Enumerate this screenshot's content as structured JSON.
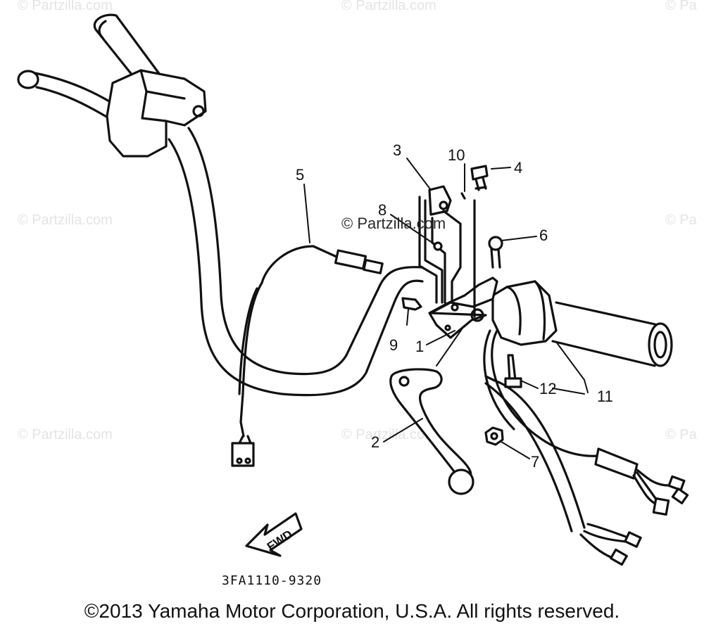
{
  "watermark": "© Partzilla.com",
  "watermark_short": "© Pa",
  "callouts": {
    "c1": "1",
    "c2": "2",
    "c3": "3",
    "c4": "4",
    "c5": "5",
    "c6": "6",
    "c7": "7",
    "c8": "8",
    "c9": "9",
    "c10": "10",
    "c11": "11",
    "c12": "12"
  },
  "fwd_label": "FWD",
  "part_number": "3FA1110-9320",
  "copyright": "©2013 Yamaha Motor Corporation, U.S.A. All rights reserved."
}
